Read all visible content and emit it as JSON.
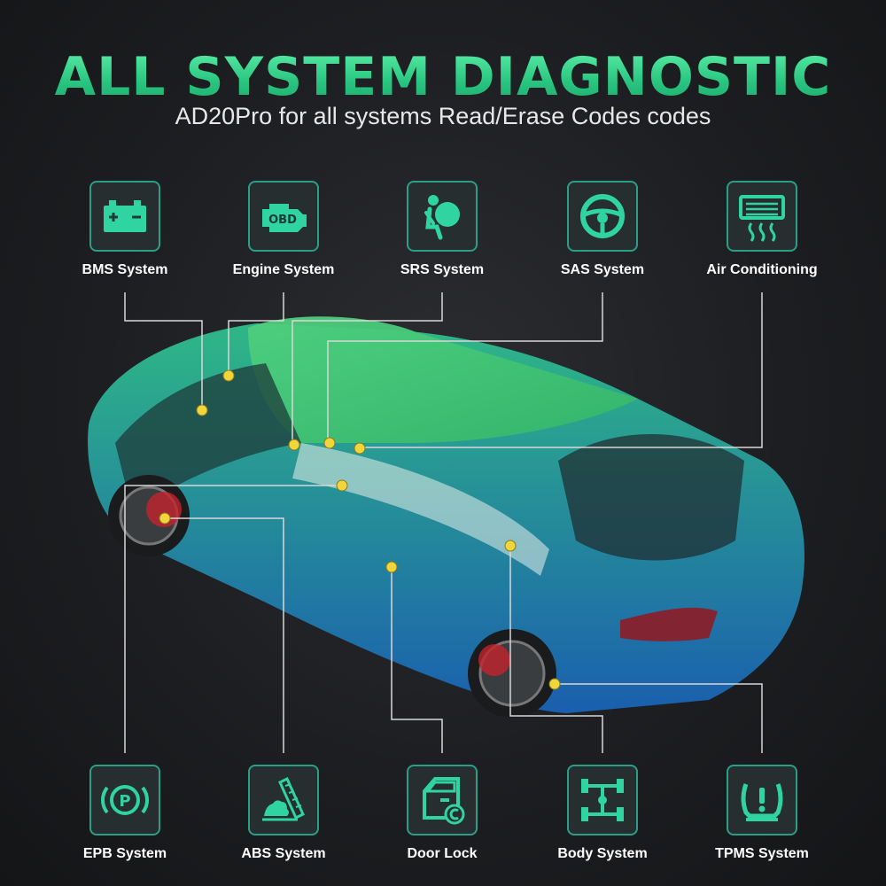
{
  "header": {
    "title": "ALL SYSTEM DIAGNOSTIC",
    "subtitle": "AD20Pro for all systems Read/Erase Codes codes"
  },
  "top_systems": [
    {
      "label": "BMS System",
      "icon": "battery-icon"
    },
    {
      "label": "Engine System",
      "icon": "engine-obd-icon"
    },
    {
      "label": "SRS System",
      "icon": "airbag-icon"
    },
    {
      "label": "SAS System",
      "icon": "steering-wheel-icon"
    },
    {
      "label": "Air Conditioning",
      "icon": "air-conditioning-icon"
    }
  ],
  "bottom_systems": [
    {
      "label": "EPB System",
      "icon": "parking-brake-icon"
    },
    {
      "label": "ABS System",
      "icon": "abs-icon"
    },
    {
      "label": "Door Lock",
      "icon": "door-lock-icon"
    },
    {
      "label": "Body System",
      "icon": "body-chassis-icon"
    },
    {
      "label": "TPMS System",
      "icon": "tire-pressure-icon"
    }
  ],
  "icons": {
    "engine_text": "OBD",
    "epb_text": "P"
  },
  "colors": {
    "accent": "#2a9e86",
    "icon": "#2fd4a0",
    "title": "#34d98f",
    "marker": "#f2d53a"
  }
}
